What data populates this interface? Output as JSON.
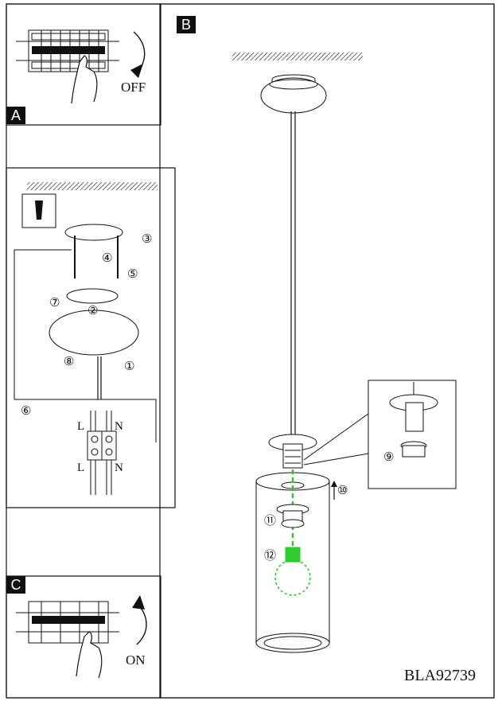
{
  "panels": {
    "a": {
      "label": "A",
      "switch_text": "OFF"
    },
    "b": {
      "label": "B"
    },
    "c": {
      "label": "C",
      "switch_text": "ON"
    }
  },
  "wiring": {
    "live": "L",
    "neutral": "N"
  },
  "steps": {
    "s1": "①",
    "s2": "②",
    "s3": "③",
    "s4": "④",
    "s5": "⑤",
    "s6": "⑥",
    "s7": "⑦",
    "s8": "⑧",
    "s9": "⑨",
    "s10": "⑩",
    "s11": "⑪",
    "s12": "⑫"
  },
  "model_number": "BLA92739",
  "colors": {
    "line": "#111111",
    "guide": "#22cc22"
  }
}
